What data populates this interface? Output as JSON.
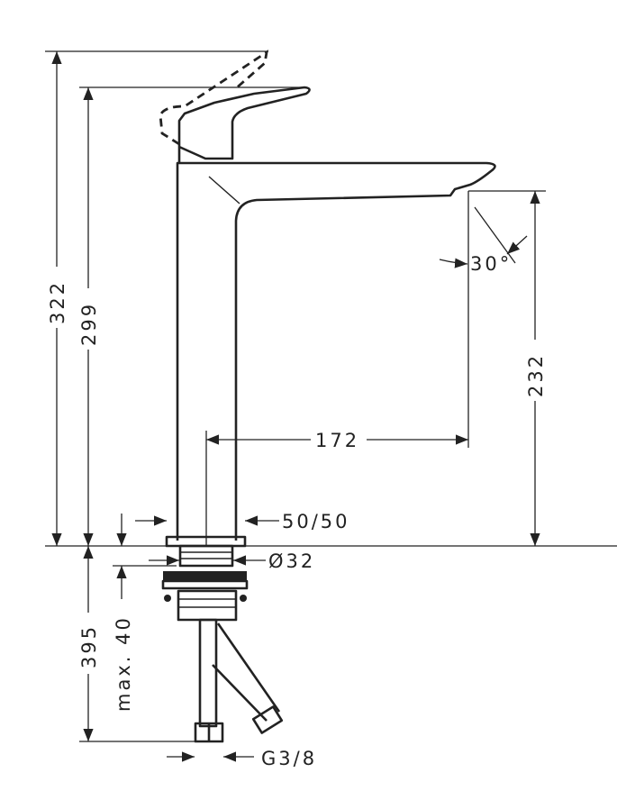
{
  "title": "Faucet dimension drawing",
  "dimensions": {
    "total_height": "322",
    "handle_height": "299",
    "spout_height": "232",
    "spout_reach": "172",
    "flow_angle": "30°",
    "base_width": "50/50",
    "thread_diameter": "Ø32",
    "hose_length": "395",
    "max_deck_thickness": "max. 40",
    "connection": "G3/8"
  }
}
